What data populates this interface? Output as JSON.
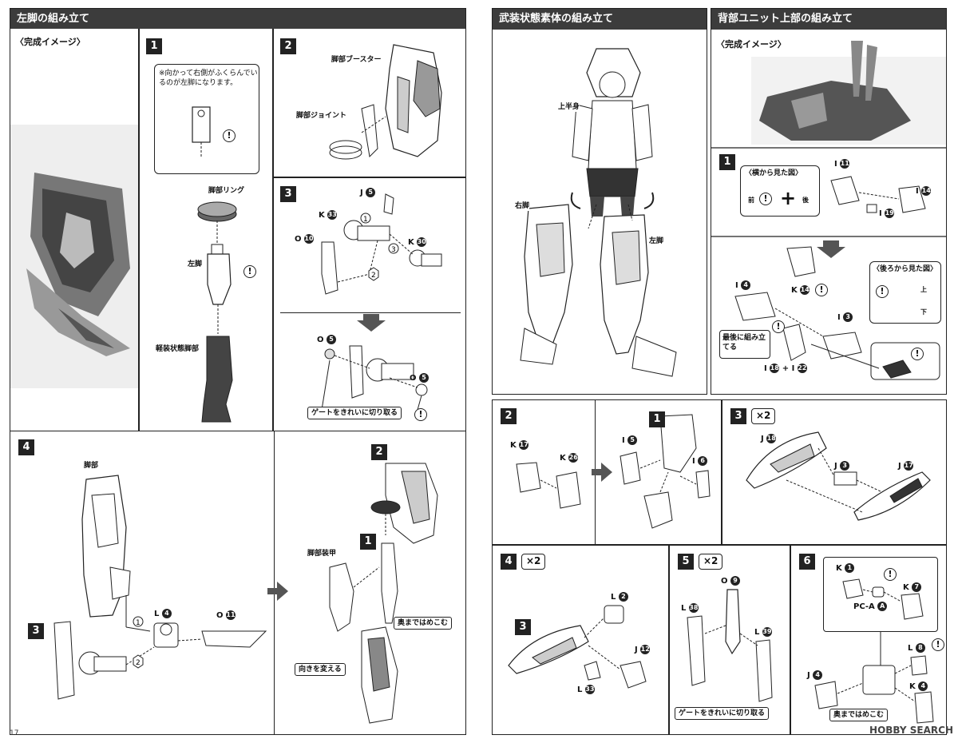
{
  "left_page": {
    "section_title": "左脚の組み立て",
    "complete_image": {
      "label": "〈完成イメージ〉"
    },
    "step1": {
      "num": "1",
      "note": "※向かって右側がふくらんでいるのが左脚になります。",
      "labels": {
        "ring": "脚部リング",
        "left_leg": "左脚",
        "light_leg": "軽装状態脚部"
      }
    },
    "step2": {
      "num": "2",
      "labels": {
        "booster": "脚部ブースター",
        "joint": "脚部ジョイント"
      }
    },
    "step3": {
      "num": "3",
      "parts": {
        "j5": "J",
        "k33": "K",
        "k30": "K",
        "o10": "O",
        "o5a": "O",
        "o5b": "O"
      },
      "part_nums": {
        "j5": "5",
        "k33": "33",
        "k30": "30",
        "o10": "10",
        "o5a": "5",
        "o5b": "5"
      },
      "callout": "ゲートをきれいに切り取る"
    },
    "step4": {
      "num": "4",
      "labels": {
        "leg": "脚部",
        "armor": "脚部装甲"
      },
      "parts": {
        "l4": "L",
        "o11": "O"
      },
      "part_nums": {
        "l4": "4",
        "o11": "11"
      },
      "sub_steps": {
        "a": "3",
        "b": "2",
        "c": "1"
      },
      "callouts": {
        "push": "奥まではめこむ",
        "rotate": "向きを変える"
      }
    },
    "page_number": "17"
  },
  "right_page": {
    "section_armed": {
      "title": "武装状態素体の組み立て",
      "labels": {
        "upper": "上半身",
        "right_leg": "右脚",
        "left_leg": "左脚"
      }
    },
    "section_back": {
      "title": "背部ユニット上部の組み立て",
      "complete_image": {
        "label": "〈完成イメージ〉"
      },
      "step1": {
        "num": "1",
        "side_view": {
          "title": "〈横から見た図〉",
          "front": "前",
          "back": "後"
        },
        "rear_view": {
          "title": "〈後ろから見た図〉",
          "up": "上",
          "down": "下"
        },
        "parts": {
          "i11": "I",
          "i14": "I",
          "i19": "I",
          "i4": "I",
          "k14": "K",
          "i3": "I",
          "i18": "I",
          "i22": "I"
        },
        "part_nums": {
          "i11": "11",
          "i14": "14",
          "i19": "19",
          "i4": "4",
          "k14": "14",
          "i3": "3",
          "i18": "18",
          "i22": "22"
        },
        "note_last": "最後に組み立てる",
        "plus": "+"
      }
    },
    "step2": {
      "num": "2",
      "inner": "1",
      "parts": {
        "k17": "K",
        "k26": "K",
        "i5": "I",
        "i6": "I"
      },
      "part_nums": {
        "k17": "17",
        "k26": "26",
        "i5": "5",
        "i6": "6"
      }
    },
    "step3": {
      "num": "3",
      "mult": "×2",
      "parts": {
        "j18": "J",
        "j3": "J",
        "j17": "J"
      },
      "part_nums": {
        "j18": "18",
        "j3": "3",
        "j17": "17"
      }
    },
    "step4": {
      "num": "4",
      "mult": "×2",
      "inner": "3",
      "parts": {
        "l2": "L",
        "j12": "J",
        "l33": "L"
      },
      "part_nums": {
        "l2": "2",
        "j12": "12",
        "l33": "33"
      }
    },
    "step5": {
      "num": "5",
      "mult": "×2",
      "parts": {
        "o9": "O",
        "l38": "L",
        "l39": "L"
      },
      "part_nums": {
        "o9": "9",
        "l38": "38",
        "l39": "39"
      },
      "callout": "ゲートをきれいに切り取る"
    },
    "step6": {
      "num": "6",
      "parts": {
        "k1": "K",
        "k7": "K",
        "pca": "PC-A",
        "l8": "L",
        "j4": "J",
        "k4": "K"
      },
      "part_nums": {
        "k1": "1",
        "k7": "7",
        "pca": "A",
        "l8": "8",
        "j4": "4",
        "k4": "4"
      },
      "callout": "奥まではめこむ"
    },
    "watermark": "HOBBY SEARCH"
  }
}
